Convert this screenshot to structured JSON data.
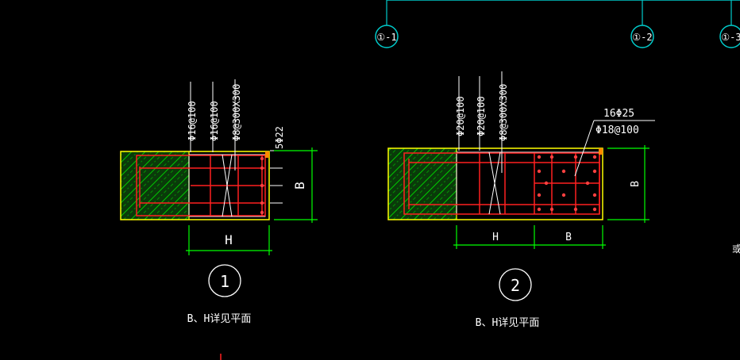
{
  "axis": {
    "labels": [
      "①-1",
      "①-2",
      "①-3"
    ]
  },
  "detail1": {
    "callouts": [
      "Φ16@100",
      "Φ16@100",
      "Φ8@300X300",
      "5Φ22"
    ],
    "dim_h": "H",
    "dim_b": "B",
    "number": "1",
    "caption": "B、H详见平面"
  },
  "detail2": {
    "callouts": [
      "Φ20@100",
      "Φ20@100",
      "Φ8@300X300"
    ],
    "leader_top": "16Φ25",
    "leader_bottom": "Φ18@100",
    "dim_h": "H",
    "dim_b": "B",
    "dim_side": "B",
    "number": "2",
    "caption": "B、H详见平面"
  },
  "edge_fragment": "或",
  "colors": {
    "background": "#000000",
    "hatch": "#00cc00",
    "outline": "#ffff00",
    "rebar": "#ff2020",
    "dim": "#00ff00",
    "text": "#ffffff",
    "axis": "#00cccc"
  }
}
